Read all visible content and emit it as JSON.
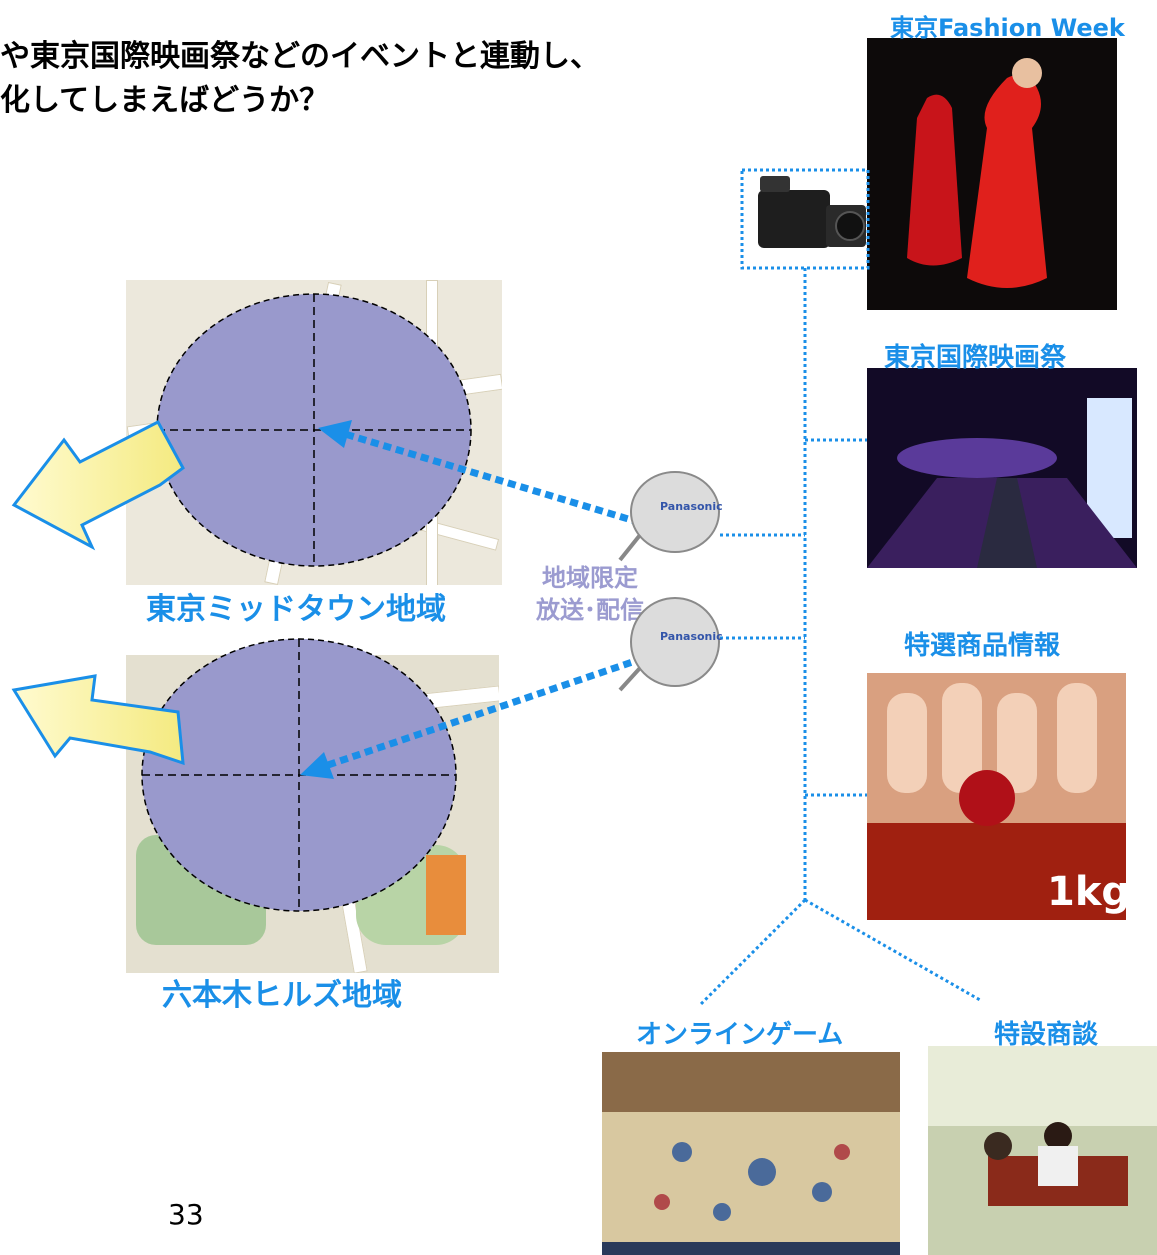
{
  "headline": {
    "line1": "や東京国際映画祭などのイベントと連動し、",
    "line2": "化してしまえばどうか？"
  },
  "regions": {
    "midtown": "東京ミッドタウン地域",
    "roppongi": "六本木ヒルズ地域"
  },
  "broadcast": {
    "line1": "地域限定",
    "line2": "放送･配信",
    "dish_brand": "Panasonic"
  },
  "sources": {
    "fashion": "東京Fashion Week",
    "film": "東京国際映画祭",
    "products": "特選商品情報",
    "game": "オンラインゲーム",
    "meeting": "特設商談"
  },
  "product_badge": "1kg",
  "page_number": "33",
  "icons": [
    "video-camera-icon",
    "satellite-dish-icon",
    "arrow-icon"
  ],
  "colors": {
    "accent": "#1a8fe8",
    "ellipse": "#9999cc",
    "broadcast": "#9b9bd0"
  }
}
